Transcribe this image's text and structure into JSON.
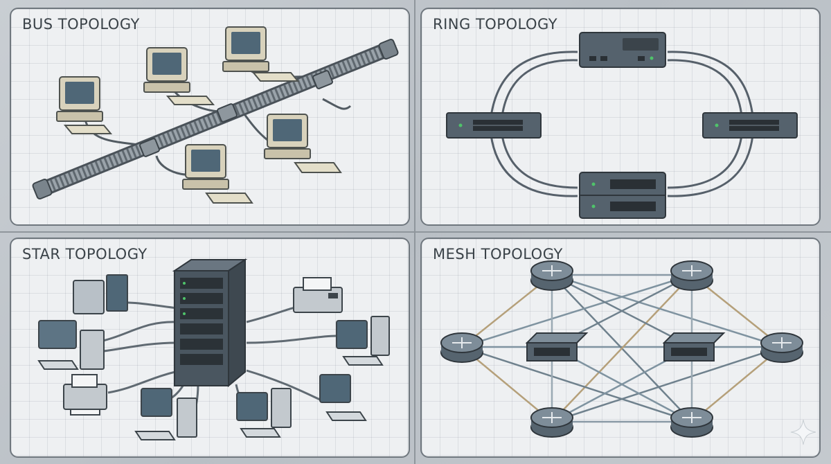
{
  "panels": {
    "bus": {
      "title": "BUS TOPOLOGY"
    },
    "ring": {
      "title": "RING TOPOLOGY"
    },
    "star": {
      "title": "STAR TOPOLOGY"
    },
    "mesh": {
      "title": "MESH TOPOLOGY"
    }
  },
  "colors": {
    "background": "#c4c9ce",
    "panel_fill": "#eef0f2",
    "panel_border": "#6f777e",
    "title_text": "#3a4248",
    "computer_beige": "#d8d2bc",
    "screen": "#4f6777",
    "switch_body": "#55626d",
    "router_body": "#6c7b88",
    "port_led": "#4fc36a"
  },
  "icons": [
    "computer-icon",
    "switch-icon",
    "server-rack-icon",
    "printer-icon",
    "router-icon",
    "sparkle-icon"
  ]
}
